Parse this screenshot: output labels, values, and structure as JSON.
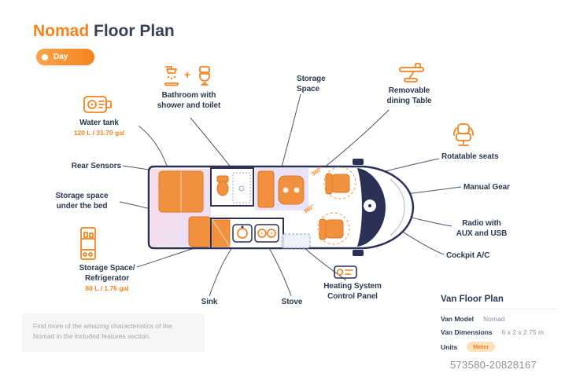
{
  "accent_color": "#F5831F",
  "navy_color": "#2B3156",
  "header": {
    "title_accent": "Nomad",
    "title_rest": " Floor Plan",
    "mode_toggle_label": "Day"
  },
  "callouts": {
    "bathroom": {
      "label": "Bathroom with shower and toilet",
      "plus": "+"
    },
    "storage_space": {
      "label": "Storage Space"
    },
    "dining_table": {
      "label": "Removable dining Table"
    },
    "water_tank": {
      "label": "Water tank",
      "capacity": "120 L / 31.70 gal"
    },
    "rear_sensors": {
      "label": "Rear Sensors"
    },
    "storage_under_bed": {
      "label": "Storage space under the bed"
    },
    "refrigerator": {
      "label": "Storage Space/ Refrigerator",
      "capacity": "80 L / 1.76 gal"
    },
    "sink": {
      "label": "Sink"
    },
    "stove": {
      "label": "Stove"
    },
    "heating": {
      "label": "Heating System Control Panel"
    },
    "rotatable_seats": {
      "label": "Rotatable seats"
    },
    "manual_gear": {
      "label": "Manual Gear"
    },
    "radio": {
      "label": "Radio with AUX and USB"
    },
    "cockpit_ac": {
      "label": "Cockpit A/C"
    }
  },
  "diagram": {
    "rotation_labels": [
      "360°",
      "360°"
    ]
  },
  "info_panel": {
    "title": "Van Floor Plan",
    "rows": [
      {
        "label": "Van Model",
        "value": "Nomad"
      },
      {
        "label": "Van Dimensions",
        "value": "6 x 2 x 2.75 m"
      },
      {
        "label": "Units",
        "value": "Meter"
      }
    ]
  },
  "note": "Find more of the amazing characteristics of the Nomad in the included features section.",
  "watermark": "573580-20828167"
}
